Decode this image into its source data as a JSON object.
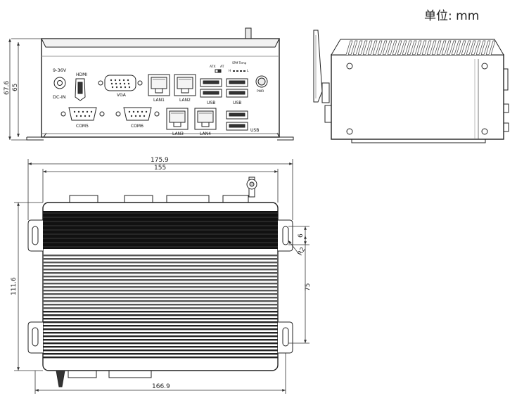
{
  "unit_label": "单位: mm",
  "front_view": {
    "power_label_top": "9-36V",
    "power_label_bottom": "DC-IN",
    "port_labels": {
      "hdmi": "HDMI",
      "vga": "VGA",
      "lan1": "LAN1",
      "lan2": "LAN2",
      "lan3": "LAN3",
      "lan4": "LAN4",
      "usb_a": "USB",
      "usb_b": "USB",
      "usb_c": "USB",
      "com5": "COM5",
      "com6": "COM6"
    },
    "led_labels": {
      "atx": "ATX",
      "at": "AT",
      "temp": "SPM Temp",
      "h": "H",
      "l": "L"
    },
    "button_label": "PWR",
    "dim_height_outer": "67.6",
    "dim_height_inner": "65"
  },
  "bottom_view": {
    "dim_total_width": "175.9",
    "dim_body_width": "155",
    "dim_depth": "111.6",
    "dim_hole_width": "166.9",
    "dim_slot": "6",
    "dim_radius": "R2",
    "dim_hole_spacing": "75"
  }
}
